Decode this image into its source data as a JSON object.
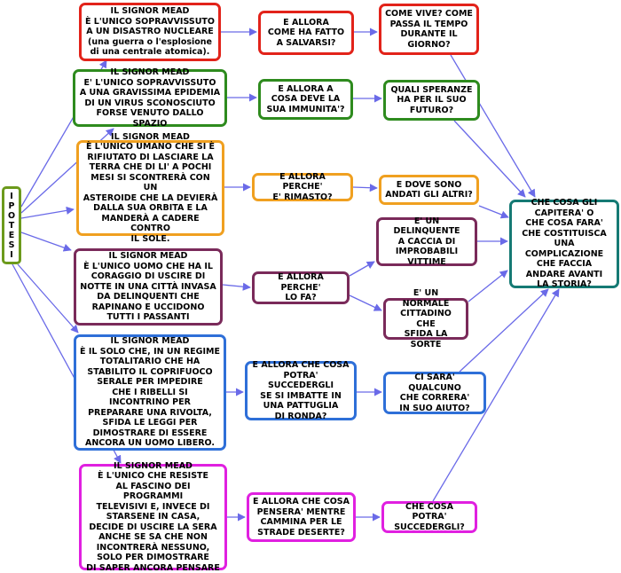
{
  "colors": {
    "red": "#e2231a",
    "green": "#2e8b1e",
    "orange": "#f0a020",
    "purple": "#7a2a5a",
    "blue": "#2e6fd8",
    "magenta": "#e020e0",
    "teal": "#157a74",
    "olive": "#6c9a1c",
    "arrow": "#6a6ae8"
  },
  "ipotesi": {
    "letters": [
      "I",
      "P",
      "O",
      "T",
      "E",
      "S",
      "I"
    ]
  },
  "nodes": {
    "mead_nuclear": "IL SIGNOR MEAD\nÈ L'UNICO SOPRAVVISSUTO\nA UN DISASTRO NUCLEARE\n(una guerra o l'esplosione\ndi una centrale atomica).",
    "q_salvarsi": "E ALLORA\nCOME HA FATTO\nA SALVARSI?",
    "q_come_vive": "COME VIVE? COME\nPASSA IL TEMPO\nDURANTE IL\nGIORNO?",
    "mead_epidemia": "IL SIGNOR MEAD\nE' L'UNICO SOPRAVVISSUTO\nA UNA GRAVISSIMA EPIDEMIA\nDI UN VIRUS SCONOSCIUTO\nFORSE VENUTO DALLO SPAZIO",
    "q_immunita": "E ALLORA A\nCOSA DEVE LA\nSUA IMMUNITA'?",
    "q_speranze": "QUALI SPERANZE\nHA PER IL SUO\nFUTURO?",
    "mead_asteroide": "IL SIGNOR MEAD\nÈ L'UNICO UMANO CHE SI È\nRIFIUTATO DI LASCIARE LA\nTERRA CHE DI LI' A POCHI\nMESI SI SCONTRERÀ CON UN\nASTEROIDE CHE LA DEVIERÀ\nDALLA SUA ORBITA E LA\nMANDERÀ A CADERE CONTRO\nIL SOLE.",
    "q_rimasto": "E ALLORA PERCHE'\nE' RIMASTO?",
    "q_dove_altri": "E DOVE SONO\nANDATI GLI ALTRI?",
    "final": "CHE COSA GLI\nCAPITERA' O\nCHE COSA FARA'\nCHE COSTITUISCA\nUNA COMPLICAZIONE\nCHE FACCIA\nANDARE AVANTI\nLA STORIA?",
    "delinquente": "E' UN DELINQUENTE\nA CACCIA DI\nIMPROBABILI\nVITTIME",
    "mead_coraggio": "IL SIGNOR MEAD\nÈ L'UNICO UOMO CHE HA IL\nCORAGGIO DI USCIRE DI\nNOTTE IN UNA CITTÀ INVASA\nDA DELINQUENTI CHE\nRAPINANO E UCCIDONO\nTUTTI I PASSANTI",
    "q_lo_fa": "E ALLORA PERCHE'\nLO FA?",
    "normale": "E' UN NORMALE\nCITTADINO CHE\nSFIDA LA SORTE",
    "mead_regime": "IL SIGNOR MEAD\nÈ IL SOLO CHE, IN UN REGIME\nTOTALITARIO CHE HA\nSTABILITO  IL COPRIFUOCO\nSERALE PER IMPEDIRE\nCHE I RIBELLI  SI\nINCONTRINO  PER\nPREPARARE UNA RIVOLTA,\nSFIDA LE LEGGI PER\nDIMOSTRARE DI ESSERE\nANCORA UN UOMO LIBERO.",
    "q_pattuglia": "E ALLORA CHE COSA\nPOTRA' SUCCEDERGLI\nSE SI IMBATTE IN\nUNA PATTUGLIA\nDI RONDA?",
    "q_aiuto": "CI SARA' QUALCUNO\nCHE CORRERA'\nIN SUO AIUTO?",
    "mead_tv": "IL SIGNOR MEAD\nÈ L'UNICO CHE RESISTE\nAL FASCINO DEI PROGRAMMI\nTELEVISIVI E, INVECE DI\nSTARSENE IN CASA,\nDECIDE DI USCIRE LA SERA\nANCHE SE SA CHE NON\nINCONTRERÀ NESSUNO,\nSOLO PER DIMOSTRARE\nDI SAPER ANCORA PENSARE",
    "q_deserte": "E ALLORA CHE COSA\nPENSERA' MENTRE\nCAMMINA PER LE\nSTRADE DESERTE?",
    "q_succedergli": "CHE COSA POTRA'\nSUCCEDERGLI?"
  }
}
